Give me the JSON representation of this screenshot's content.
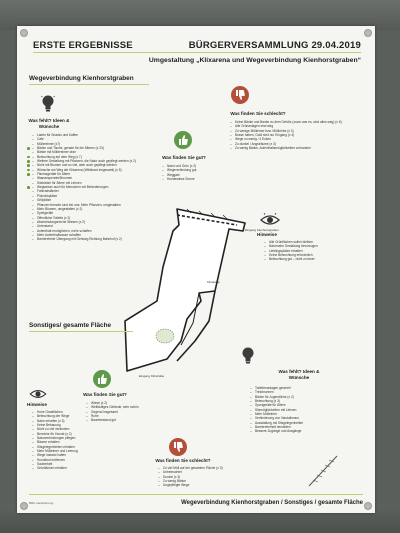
{
  "header": {
    "left": "ERSTE ERGEBNISSE",
    "right": "BÜRGERVERSAMMLUNG 29.04.2019",
    "subtitle": "Umgestaltung „Klixarena und Wegeverbindung Kienhorstgraben“"
  },
  "sections": {
    "top": "Wegeverbindung Kienhorstgraben",
    "middle": "Sonstiges/ gesamte Fläche"
  },
  "questions": {
    "was_fehlt": "Was fehlt? Ideen & Wünsche",
    "gut": "Was finden Sie gut?",
    "schlecht": "Was finden Sie schlecht?",
    "hinweise": "Hinweise",
    "gut2": "Was finden Sie gut?",
    "fehlt2": "Was fehlt? Ideen & Wünsche",
    "hinweise2": "Hinweise",
    "schlecht2": "Was finden Sie schlecht?"
  },
  "lists": {
    "wunsch": [
      "Laden für Snacks und Kaffee",
      "Cafe",
      "Müllereimer (x7)",
      "Bänke und Tische, gerade für die Älteren (x 23)",
      "Bänke mit Müllereimer dran",
      "Beleuchtung auf dem Weg (x 7)",
      "Weitere Gestaltung mit Pflanzen, die Natur auch gepflegt werden (x 2)",
      "Nicht mit Blumen und so viel, aber auch gepflegt werden",
      "Wünsche am Weg der Klixarena (Wildkraut insgesamt) (x 5)",
      "Fitnessgeräte für Ältere",
      "Wasserspender/Brunnen",
      "Sitzbänke für Ältere mit Lehnen",
      "Wegweiser auch für Menschen mit Behinderungen",
      "Fahrradständer",
      "Picknickplätze",
      "Grillplätze",
      "Pflanzen fremder sind bei uns: Mehr Pflanzen, umgestalten",
      "Mehr Blumen, umgestalten (x 2)",
      "Spielgeräte",
      "Öffentliche Toilette (x 2)",
      "Abwechslungsreiche Wiesen (x 2)",
      "Unterstand",
      "Aufenthalt ermöglichen, mehr schaffen",
      "Mehr Aufenthaltsraum schaffen",
      "Barrierefreier Übergang mit Gehweg Richtung Bahnhof (x 2)"
    ],
    "gut": [
      "Natur und Grün (x 2)",
      "Wegeverbindung gut",
      "Weggast",
      "Hundewiese Sonne"
    ],
    "schlecht": [
      "Keine Bänke und Banke zu dem Gehölz (zuvor war es, sind alles weg) (x 6)",
      "Alle Grünanlagen sind weg",
      "Zu wenige Mülleimer bzw. Müllkörbe (x 3)",
      "Busse haben, Gold sind nur Eingang (x 4)",
      "Wege zu wenig / 4 Ecken",
      "Zu dunkel / Angsträume (x 3)",
      "Zu wenig Bänke, Aufenthaltsmöglichkeiten vorhanden"
    ],
    "hinweise": [
      "Alle Grünflächen sollen bleiben",
      "Naturnahe Gestaltung bevorzugen",
      "Lieblingsplätze erhalten",
      "Keine Beleuchtung erforderlich",
      "Beleuchtung gut – nicht zu teuer"
    ],
    "gut2": [
      "Wiese (x 2)",
      "Weitläufiges Gelände, sehr schön",
      "Gegend insgesamt",
      "Ruhe",
      "Baumbestand gut"
    ],
    "fehlt2": [
      "Toilettenanlagen generell",
      "Trinkbrunnen",
      "Bänke für Jugendliche (x 2)",
      "Beleuchtung (x 3)",
      "Sportgeräte für Ältere",
      "Sitzmöglichkeiten mit Lehnen",
      "Mehr Mülleimer",
      "Verhinderung von Vandalismus",
      "Ausstattung mit Sitzgelegenheiten",
      "Barrierefreiheit herstellen",
      "Bessere Zugänge und Ausgänge"
    ],
    "hinweise2": [
      "Hohe Grasflächen",
      "Beleuchtung der Wege",
      "Natur erhalten (x 3)",
      "Keine Bebauung",
      "Nicht zu viel verändern",
      "Bereiche für Hunde (x 2)",
      "Naturverbindungen pflegen",
      "Bäume erhalten",
      "Sitzgelegenheiten erhalten",
      "Mehr Mülleimer und Leerung",
      "Wege instand halten",
      "Hundekot entfernen",
      "Sauberkeit",
      "Grünflächen erhalten"
    ],
    "schlecht2": [
      "Zu viel Müll auf der gesamten Fläche (x 3)",
      "Unbeleuchtet",
      "Dunkel (x 3)",
      "Zu wenig Bänke",
      "Ungepflegte Wege"
    ]
  },
  "map": {
    "label_top": "Eingang Kienhorstgraben",
    "label_mid": "Klixarena",
    "label_bottom": "Eingang Klixstraße"
  },
  "footer": {
    "text": "Wegeverbindung Kienhorstgraben / Sonstiges / gesamte Fläche",
    "logo": "BRH stadtplanung"
  },
  "colors": {
    "accent_rule": "#bfcf7a",
    "bullet_green": "#6a9a3a",
    "thumb_up": "#5e9a4a",
    "thumb_down": "#b4503a",
    "lightbulb": "#3c3c3c",
    "eye": "#333333"
  }
}
